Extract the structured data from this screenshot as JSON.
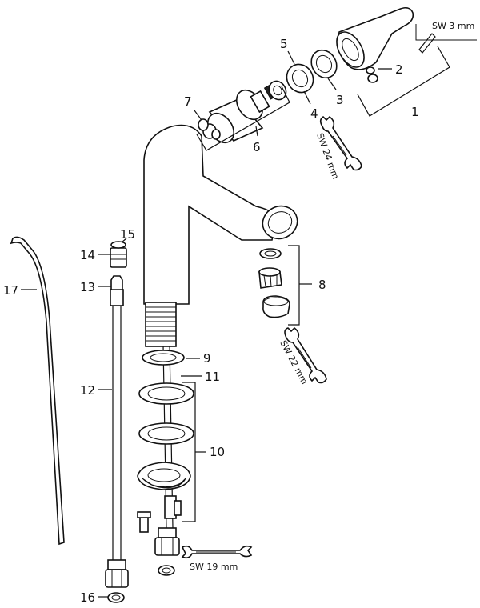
{
  "labels": {
    "l1": "1",
    "l2": "2",
    "l3": "3",
    "l4": "4",
    "l5": "5",
    "l6": "6",
    "l7": "7",
    "l8": "8",
    "l9": "9",
    "l10": "10",
    "l11": "11",
    "l12": "12",
    "l13": "13",
    "l14": "14",
    "l15": "15",
    "l16": "16",
    "l17": "17"
  },
  "tools": {
    "sw3": "SW 3 mm",
    "sw24": "SW 24 mm",
    "sw22": "SW 22 mm",
    "sw19": "SW 19 mm"
  }
}
